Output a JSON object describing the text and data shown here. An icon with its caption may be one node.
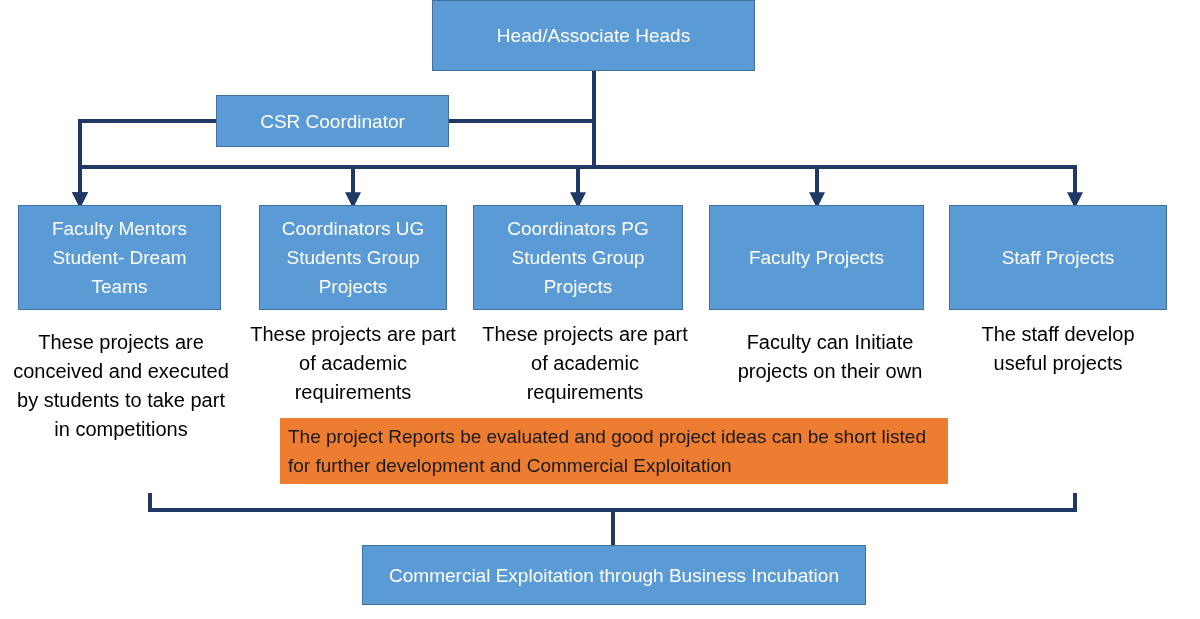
{
  "diagram": {
    "nodes": [
      {
        "text": [
          "Head/Associate Heads"
        ]
      },
      {
        "text": [
          "CSR Coordinator"
        ]
      },
      {
        "text": [
          "Faculty Mentors Student- Dream Teams"
        ],
        "beside": [
          "These projects are conceived and executed by students to take part in competitions"
        ]
      },
      {
        "text": [
          "Coordinators UG Students Group Projects"
        ],
        "beside": [
          "These projects are part of academic requirements"
        ]
      },
      {
        "text": [
          "Coordinators PG Students Group Projects"
        ],
        "beside": [
          "These projects are part of academic requirements"
        ]
      },
      {
        "text": [
          "Faculty Projects"
        ],
        "beside": [
          "Faculty can Initiate projects on their own"
        ]
      },
      {
        "text": [
          "Staff Projects"
        ],
        "beside": [
          "The staff develop useful projects"
        ]
      },
      {
        "text": [
          "The project Reports be evaluated and good project ideas can be short listed for further development and Commercial Exploitation"
        ]
      },
      {
        "text": [
          "Commercial  Exploitation through Business Incubation"
        ]
      }
    ],
    "edges": [
      {
        "from": 0,
        "to": 2,
        "arrow": "to"
      },
      {
        "from": 0,
        "to": 3,
        "arrow": "to"
      },
      {
        "from": 0,
        "to": 4,
        "arrow": "to"
      },
      {
        "from": 0,
        "to": 5,
        "arrow": "to"
      },
      {
        "from": 0,
        "to": 6,
        "arrow": "to"
      },
      {
        "from": 1,
        "to": 0,
        "arrow": "none"
      },
      {
        "from": 1,
        "to": 2,
        "arrow": "to"
      }
    ]
  }
}
